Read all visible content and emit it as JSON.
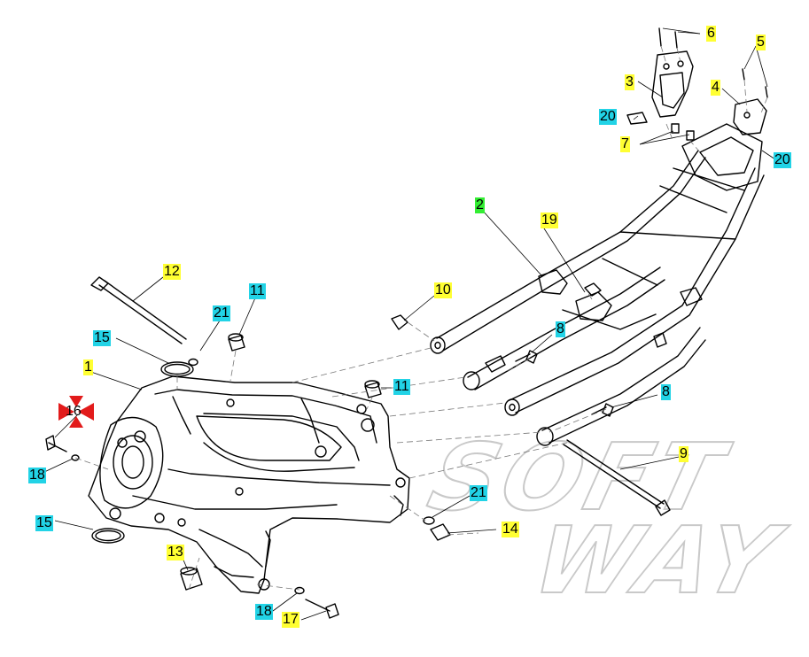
{
  "watermark": {
    "line1": "SOFT",
    "line2": "WAY"
  },
  "callouts": {
    "c1": "1",
    "c2": "2",
    "c3": "3",
    "c4": "4",
    "c5": "5",
    "c6": "6",
    "c7": "7",
    "c8a": "8",
    "c8b": "8",
    "c9": "9",
    "c10": "10",
    "c11a": "11",
    "c11b": "11",
    "c12": "12",
    "c13": "13",
    "c14": "14",
    "c15a": "15",
    "c15b": "15",
    "c16": "16",
    "c17": "17",
    "c18a": "18",
    "c18b": "18",
    "c19": "19",
    "c20a": "20",
    "c20b": "20",
    "c21a": "21",
    "c21b": "21"
  },
  "colors": {
    "yellow": "#ffff33",
    "cyan": "#22d3e6",
    "green": "#33ee33",
    "red": "#e21b1b"
  }
}
